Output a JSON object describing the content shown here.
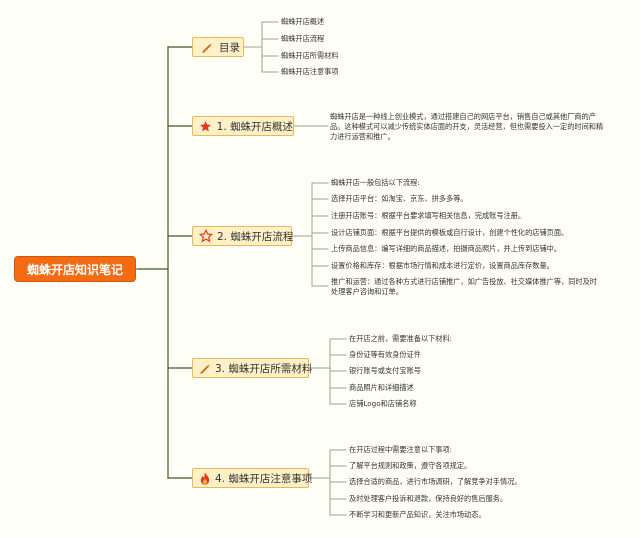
{
  "root": {
    "title": "蜘蛛开店知识笔记"
  },
  "branches": [
    {
      "label": "目录",
      "icon": "pencil-icon",
      "leaves": [
        "蜘蛛开店概述",
        "蜘蛛开店流程",
        "蜘蛛开店所需材料",
        "蜘蛛开店注意事项"
      ]
    },
    {
      "label": "1. 蜘蛛开店概述",
      "icon": "star-filled-icon",
      "leaves": [
        "蜘蛛开店是一种线上创业模式，通过搭建自己的网店平台，销售自己或其他厂商的产品。这种模式可以减少传统实体店面的开支，灵活经营，但也需要投入一定的时间和精力进行运营和推广。"
      ]
    },
    {
      "label": "2. 蜘蛛开店流程",
      "icon": "star-outline-icon",
      "leaves": [
        "蜘蛛开店一般包括以下流程:",
        "选择开店平台：如淘宝、京东、拼多多等。",
        "注册开店账号：根据平台要求填写相关信息，完成账号注册。",
        "设计店铺页面：根据平台提供的模板或自行设计，创建个性化的店铺页面。",
        "上传商品信息：编写详细的商品描述，拍摄商品照片，并上传到店铺中。",
        "设置价格和库存：根据市场行情和成本进行定价，设置商品库存数量。",
        "推广和运营：通过各种方式进行店铺推广，如广告投放、社交媒体推广等，同时及时处理客户咨询和订单。"
      ]
    },
    {
      "label": "3. 蜘蛛开店所需材料",
      "icon": "pencil-icon",
      "leaves": [
        "在开店之前，需要准备以下材料:",
        "身份证等有效身份证件",
        "银行账号或支付宝账号",
        "商品照片和详细描述",
        "店铺Logo和店铺名称"
      ]
    },
    {
      "label": "4. 蜘蛛开店注意事项",
      "icon": "fire-icon",
      "leaves": [
        "在开店过程中需要注意以下事项:",
        "了解平台规则和政策，遵守各项规定。",
        "选择合适的商品，进行市场调研，了解竞争对手情况。",
        "及时处理客户投诉和退款，保持良好的售后服务。",
        "不断学习和更新产品知识，关注市场动态。"
      ]
    }
  ],
  "colors": {
    "root_fill": "#f36b12",
    "branch_fill": "#fff0c8",
    "branch_border": "#e8b85a",
    "connector": "#3c5a23",
    "leaf_connector": "#9aa58c",
    "icon_star": "#e8361c",
    "icon_pencil": "#c86a14",
    "icon_fire": "#e8361c"
  }
}
